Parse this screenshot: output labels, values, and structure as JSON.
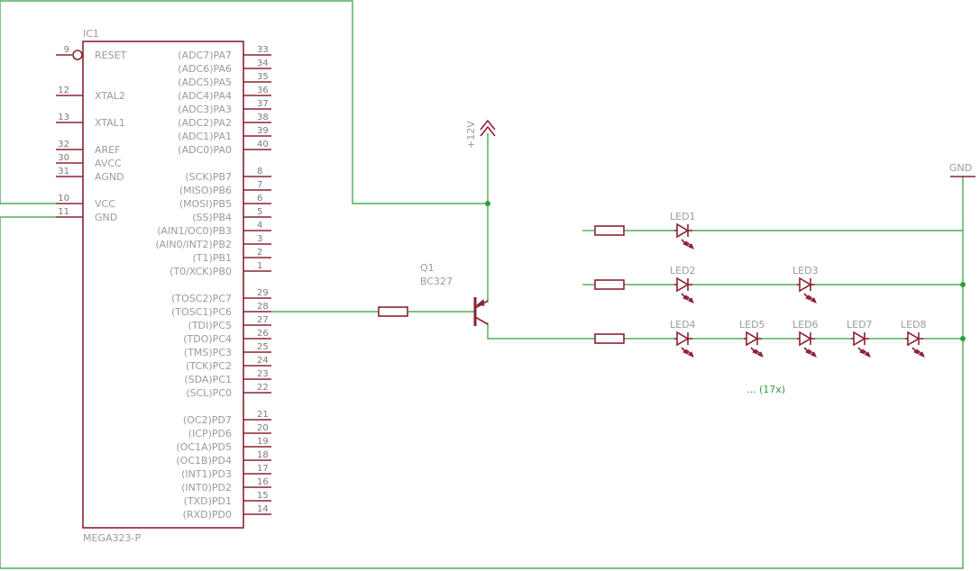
{
  "ic": {
    "ref": "IC1",
    "part": "MEGA323-P",
    "left_pins": [
      {
        "num": "9",
        "name": "RESET"
      },
      {
        "num": "12",
        "name": "XTAL2"
      },
      {
        "num": "13",
        "name": "XTAL1"
      },
      {
        "num": "32",
        "name": "AREF"
      },
      {
        "num": "30",
        "name": "AVCC"
      },
      {
        "num": "31",
        "name": "AGND"
      },
      {
        "num": "10",
        "name": "VCC"
      },
      {
        "num": "11",
        "name": "GND"
      }
    ],
    "right_pins": [
      {
        "num": "33",
        "name": "(ADC7)PA7"
      },
      {
        "num": "34",
        "name": "(ADC6)PA6"
      },
      {
        "num": "35",
        "name": "(ADC5)PA5"
      },
      {
        "num": "36",
        "name": "(ADC4)PA4"
      },
      {
        "num": "37",
        "name": "(ADC3)PA3"
      },
      {
        "num": "38",
        "name": "(ADC2)PA2"
      },
      {
        "num": "39",
        "name": "(ADC1)PA1"
      },
      {
        "num": "40",
        "name": "(ADC0)PA0"
      },
      {
        "num": "8",
        "name": "(SCK)PB7"
      },
      {
        "num": "7",
        "name": "(MISO)PB6"
      },
      {
        "num": "6",
        "name": "(MOSI)PB5"
      },
      {
        "num": "5",
        "name": "(SS)PB4"
      },
      {
        "num": "4",
        "name": "(AIN1/OC0)PB3"
      },
      {
        "num": "3",
        "name": "(AIN0/INT2)PB2"
      },
      {
        "num": "2",
        "name": "(T1)PB1"
      },
      {
        "num": "1",
        "name": "(T0/XCK)PB0"
      },
      {
        "num": "29",
        "name": "(TOSC2)PC7"
      },
      {
        "num": "28",
        "name": "(TOSC1)PC6"
      },
      {
        "num": "27",
        "name": "(TDI)PC5"
      },
      {
        "num": "26",
        "name": "(TDO)PC4"
      },
      {
        "num": "25",
        "name": "(TMS)PC3"
      },
      {
        "num": "24",
        "name": "(TCK)PC2"
      },
      {
        "num": "23",
        "name": "(SDA)PC1"
      },
      {
        "num": "22",
        "name": "(SCL)PC0"
      },
      {
        "num": "21",
        "name": "(OC2)PD7"
      },
      {
        "num": "20",
        "name": "(ICP)PD6"
      },
      {
        "num": "19",
        "name": "(OC1A)PD5"
      },
      {
        "num": "18",
        "name": "(OC1B)PD4"
      },
      {
        "num": "17",
        "name": "(INT1)PD3"
      },
      {
        "num": "16",
        "name": "(INT0)PD2"
      },
      {
        "num": "15",
        "name": "(TXD)PD1"
      },
      {
        "num": "14",
        "name": "(RXD)PD0"
      }
    ]
  },
  "transistor": {
    "ref": "Q1",
    "part": "BC327"
  },
  "supply": {
    "label": "+12V"
  },
  "ground": {
    "label": "GND"
  },
  "leds": [
    "LED1",
    "LED2",
    "LED3",
    "LED4",
    "LED5",
    "LED6",
    "LED7",
    "LED8"
  ],
  "note": "... (17x)",
  "colors": {
    "wire": "#2f9e3a",
    "part": "#8b2232",
    "text": "#9b9b9b"
  }
}
